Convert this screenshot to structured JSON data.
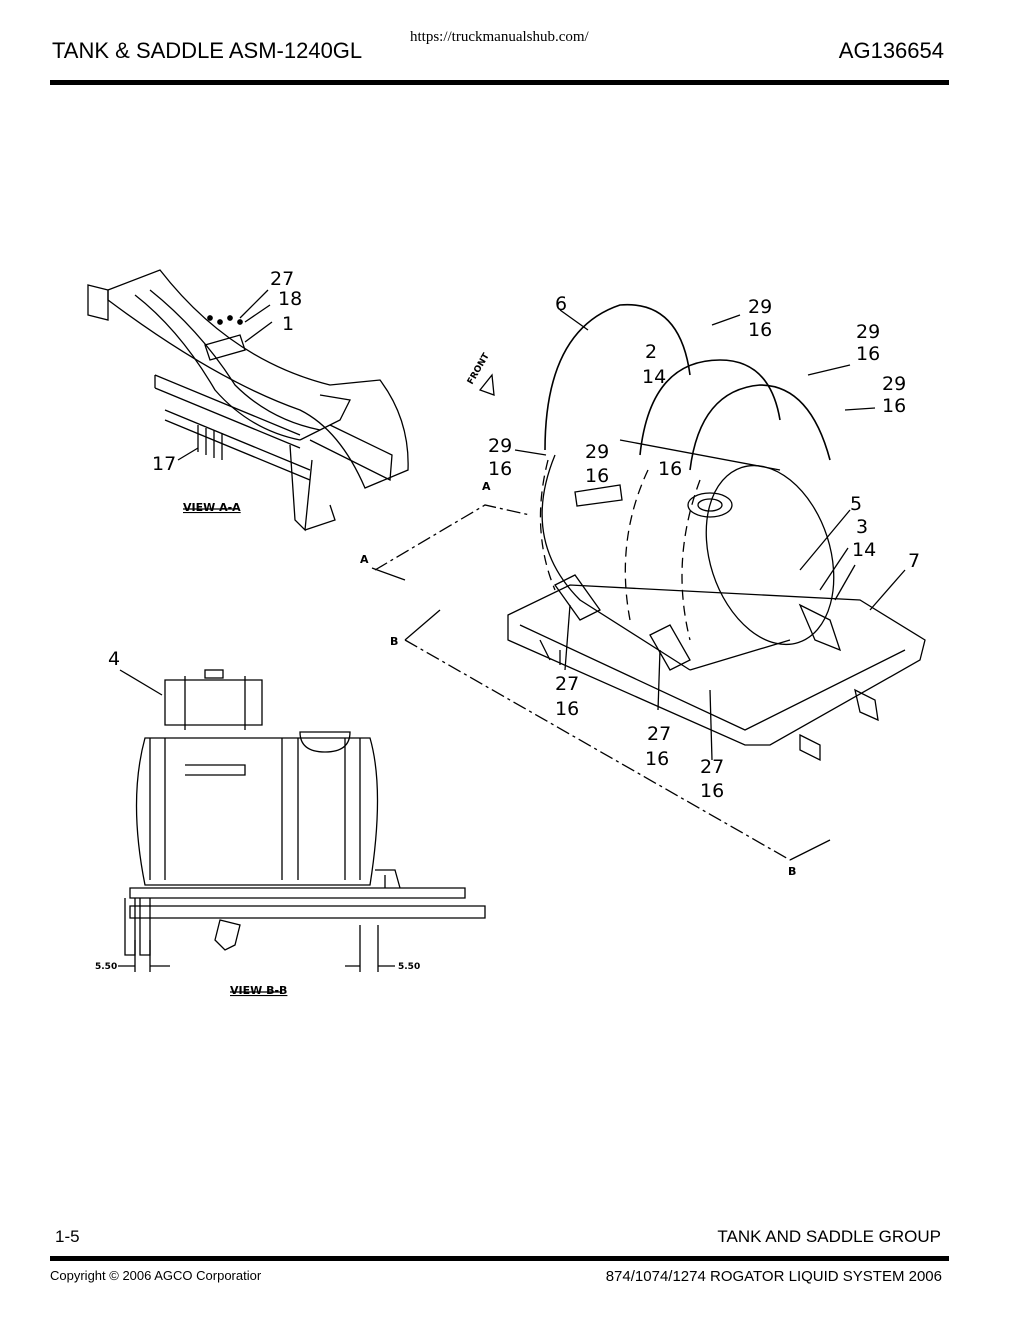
{
  "header": {
    "title": "TANK & SADDLE ASM-1240GL",
    "code": "AG136654",
    "url": "https://truckmanualshub.com/"
  },
  "drawing": {
    "callouts": [
      "27",
      "18",
      "1",
      "17",
      "6",
      "29",
      "16",
      "2",
      "14",
      "29",
      "16",
      "29",
      "16",
      "29",
      "16",
      "29",
      "16",
      "16",
      "FRONT",
      "A",
      "A",
      "5",
      "3",
      "14",
      "7",
      "B",
      "B",
      "27",
      "16",
      "27",
      "16",
      "27",
      "16",
      "4"
    ],
    "view_labels": {
      "a": "VIEW A-A",
      "b": "VIEW B-B"
    },
    "dims": {
      "left": "5.50",
      "right": "5.50"
    }
  },
  "footer": {
    "page": "1-5",
    "group": "TANK AND SADDLE GROUP",
    "copyright": "Copyright © 2006 AGCO Corporatior",
    "system": "874/1074/1274 ROGATOR LIQUID SYSTEM 2006"
  }
}
